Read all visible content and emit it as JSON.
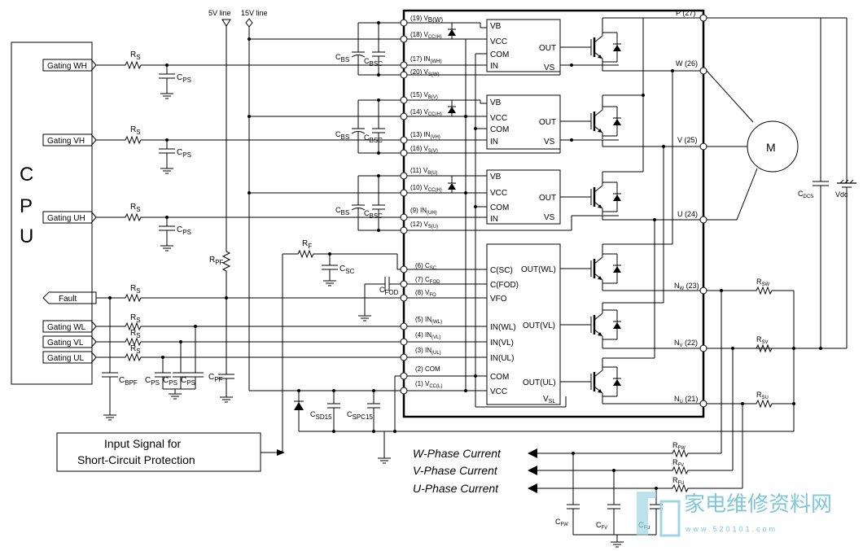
{
  "cpu": {
    "label_c": "C",
    "label_p": "P",
    "label_u": "U"
  },
  "supplies": {
    "v5": "5V line",
    "v15": "15V line"
  },
  "cpu_signals": {
    "gating_wh": "Gating WH",
    "gating_vh": "Gating VH",
    "gating_uh": "Gating UH",
    "fault": "Fault",
    "gating_wl": "Gating WL",
    "gating_vl": "Gating VL",
    "gating_ul": "Gating UL"
  },
  "components": {
    "rs": "R",
    "rs_sub": "S",
    "cps": "C",
    "cps_sub": "PS",
    "rpf": "R",
    "rpf_sub": "PF",
    "cpf": "C",
    "cpf_sub": "PF",
    "cbpf": "C",
    "cbpf_sub": "BPF",
    "rf": "R",
    "rf_sub": "F",
    "csc": "C",
    "csc_sub": "SC",
    "cfod": "C",
    "cfod_sub": "FOD",
    "cbs": "C",
    "cbs_sub": "BS",
    "cbsc": "C",
    "cbsc_sub": "BSC",
    "csd15": "C",
    "csd15_sub": "SD15",
    "cspc15": "C",
    "cspc15_sub": "SPC15",
    "cdcs": "C",
    "cdcs_sub": "DCS",
    "vdc": "Vdc",
    "motor": "M",
    "rsw": "R",
    "rsw_sub": "SW",
    "rsv": "R",
    "rsv_sub": "SV",
    "rsu": "R",
    "rsu_sub": "SU",
    "rfw": "R",
    "rfw_sub": "FW",
    "rfv": "R",
    "rfv_sub": "FV",
    "rfu": "R",
    "rfu_sub": "FU",
    "cfw": "C",
    "cfw_sub": "FW",
    "cfv": "C",
    "cfv_sub": "FV",
    "cfu": "C",
    "cfu_sub": "FU"
  },
  "left_pins": [
    {
      "num": "(19) V",
      "sub": "B(W)"
    },
    {
      "num": "(18) V",
      "sub": "CC(H)"
    },
    {
      "num": "(17) IN",
      "sub": "(WH)"
    },
    {
      "num": "(20) V",
      "sub": "S(W)"
    },
    {
      "num": "(15) V",
      "sub": "B(V)"
    },
    {
      "num": "(14) V",
      "sub": "CC(H)"
    },
    {
      "num": "(13) IN",
      "sub": "(VH)"
    },
    {
      "num": "(16) V",
      "sub": "S(V)"
    },
    {
      "num": "(11) V",
      "sub": "B(U)"
    },
    {
      "num": "(10) V",
      "sub": "CC(H)"
    },
    {
      "num": "(9) IN",
      "sub": "(UH)"
    },
    {
      "num": "(12) V",
      "sub": "S(U)"
    },
    {
      "num": "(6) C",
      "sub": "SC"
    },
    {
      "num": "(7) C",
      "sub": "FOD"
    },
    {
      "num": "(8) V",
      "sub": "FO"
    },
    {
      "num": "(5) IN",
      "sub": "(WL)"
    },
    {
      "num": "(4) IN",
      "sub": "(VL)"
    },
    {
      "num": "(3) IN",
      "sub": "(UL)"
    },
    {
      "num": "(2) COM",
      "sub": ""
    },
    {
      "num": "(1) V",
      "sub": "CC(L)"
    }
  ],
  "right_pins": {
    "p": "P (27)",
    "w": "W (26)",
    "v": "V (25)",
    "u": "U (24)",
    "nw": "N",
    "nw_sub": "W",
    "nw_num": " (23)",
    "nv": "N",
    "nv_sub": "V",
    "nv_num": " (22)",
    "nu": "N",
    "nu_sub": "U",
    "nu_num": " (21)"
  },
  "driver_hs": {
    "vb": "VB",
    "vcc": "VCC",
    "com": "COM",
    "in": "IN",
    "out": "OUT",
    "vs": "VS"
  },
  "driver_ls": {
    "csc": "C(SC)",
    "cfod": "C(FOD)",
    "vfo": "VFO",
    "inwl": "IN(WL)",
    "invl": "IN(VL)",
    "inul": "IN(UL)",
    "com": "COM",
    "vcc": "VCC",
    "vsl": "V",
    "vsl_sub": "SL",
    "outwl": "OUT(WL)",
    "outvl": "OUT(VL)",
    "outul": "OUT(UL)"
  },
  "input_box": {
    "line1": "Input Signal for",
    "line2": "Short-Circuit Protection"
  },
  "currents": {
    "w": "W-Phase Current",
    "v": "V-Phase Current",
    "u": "U-Phase Current"
  },
  "watermark": {
    "cn": "家电维修资料网",
    "url": "www.520101.com"
  }
}
